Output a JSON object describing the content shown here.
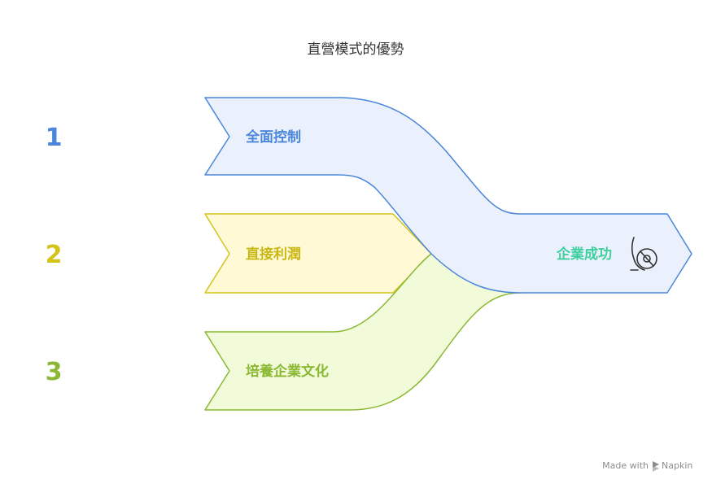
{
  "title": "直營模式的優勢",
  "items": [
    {
      "number": "1",
      "label": "全面控制",
      "color": "#4a86d9"
    },
    {
      "number": "2",
      "label": "直接利潤",
      "color": "#d4c41a"
    },
    {
      "number": "3",
      "label": "培養企業文化",
      "color": "#8ab833"
    }
  ],
  "result": {
    "label": "企業成功",
    "color": "#3ecf9c",
    "icon": "chess-pawn-icon"
  },
  "footer": {
    "made_with": "Made with",
    "brand": "Napkin"
  }
}
